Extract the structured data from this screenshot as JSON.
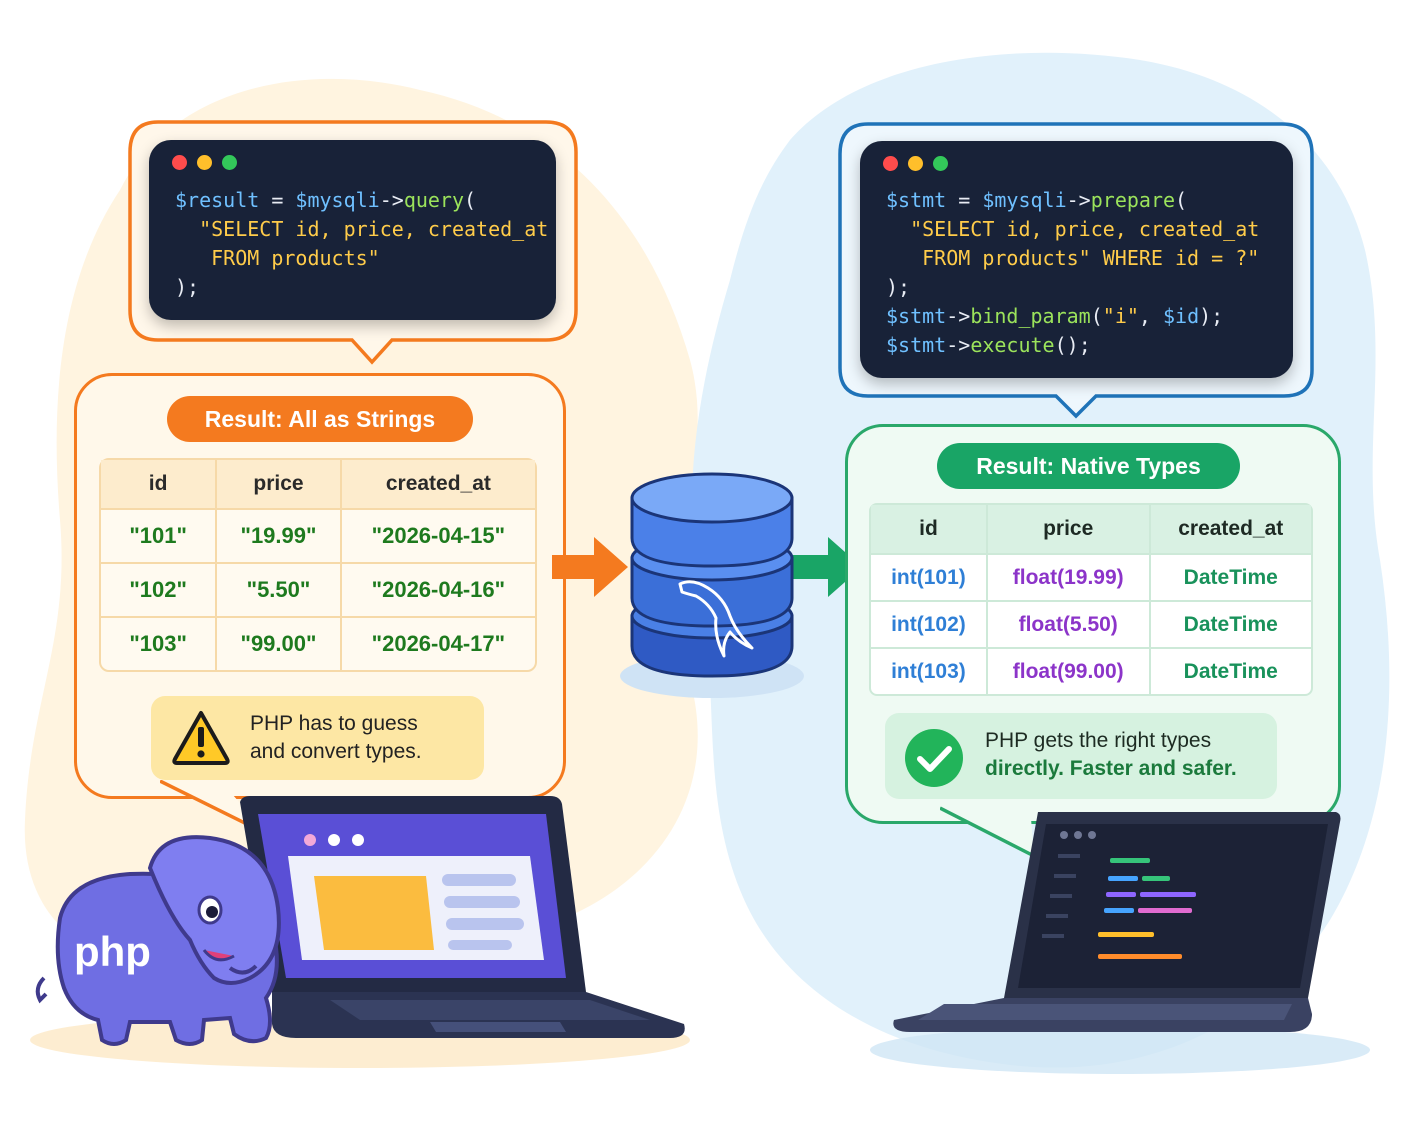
{
  "left": {
    "code_lines": [
      [
        {
          "t": "$result",
          "c": "var"
        },
        {
          "t": " = ",
          "c": "plain"
        },
        {
          "t": "$mysqli",
          "c": "var"
        },
        {
          "t": "->",
          "c": "plain"
        },
        {
          "t": "query",
          "c": "fn"
        },
        {
          "t": "(",
          "c": "plain"
        }
      ],
      [
        {
          "t": "  ",
          "c": "plain"
        },
        {
          "t": "\"SELECT id, price, created_at",
          "c": "str"
        }
      ],
      [
        {
          "t": "   ",
          "c": "plain"
        },
        {
          "t": "FROM products\"",
          "c": "str"
        }
      ],
      [
        {
          "t": ");",
          "c": "plain"
        }
      ]
    ],
    "result_title": "Result: All as Strings",
    "table": {
      "headers": [
        "id",
        "price",
        "created_at"
      ],
      "rows": [
        [
          "\"101\"",
          "\"19.99\"",
          "\"2026-04-15\""
        ],
        [
          "\"102\"",
          "\"5.50\"",
          "\"2026-04-16\""
        ],
        [
          "\"103\"",
          "\"99.00\"",
          "\"2026-04-17\""
        ]
      ]
    },
    "note_line1": "PHP has to guess",
    "note_line2": "and convert types.",
    "mascot_label": "php"
  },
  "right": {
    "code_lines": [
      [
        {
          "t": "$stmt",
          "c": "var"
        },
        {
          "t": " = ",
          "c": "plain"
        },
        {
          "t": "$mysqli",
          "c": "var"
        },
        {
          "t": "->",
          "c": "plain"
        },
        {
          "t": "prepare",
          "c": "fn"
        },
        {
          "t": "(",
          "c": "plain"
        }
      ],
      [
        {
          "t": "  ",
          "c": "plain"
        },
        {
          "t": "\"SELECT id, price, created_at",
          "c": "str"
        }
      ],
      [
        {
          "t": "   ",
          "c": "plain"
        },
        {
          "t": "FROM products\" WHERE id = ?\"",
          "c": "str"
        }
      ],
      [
        {
          "t": ");",
          "c": "plain"
        }
      ],
      [
        {
          "t": "$stmt",
          "c": "var"
        },
        {
          "t": "->",
          "c": "plain"
        },
        {
          "t": "bind_param",
          "c": "fn"
        },
        {
          "t": "(",
          "c": "plain"
        },
        {
          "t": "\"i\"",
          "c": "str"
        },
        {
          "t": ", ",
          "c": "plain"
        },
        {
          "t": "$id",
          "c": "var"
        },
        {
          "t": ");",
          "c": "plain"
        }
      ],
      [
        {
          "t": "$stmt",
          "c": "var"
        },
        {
          "t": "->",
          "c": "plain"
        },
        {
          "t": "execute",
          "c": "fn"
        },
        {
          "t": "();",
          "c": "plain"
        }
      ]
    ],
    "result_title": "Result: Native Types",
    "table": {
      "headers": [
        "id",
        "price",
        "created_at"
      ],
      "rows": [
        [
          "int(101)",
          "float(19.99)",
          "DateTime"
        ],
        [
          "int(102)",
          "float(5.50)",
          "DateTime"
        ],
        [
          "int(103)",
          "float(99.00)",
          "DateTime"
        ]
      ]
    },
    "note_line1": "PHP gets the right types",
    "note_line2": "directly. Faster and safer."
  },
  "colors": {
    "orange": "#f47a1f",
    "orange_cell": "#1e7a1e",
    "blue_code_border": "#1f73b8",
    "green": "#19a566",
    "green_border": "#2aa86a",
    "id_blue": "#2f7fd6",
    "float_purple": "#8c34c9",
    "datetime_green": "#19925b",
    "code_bg": "#182238"
  }
}
